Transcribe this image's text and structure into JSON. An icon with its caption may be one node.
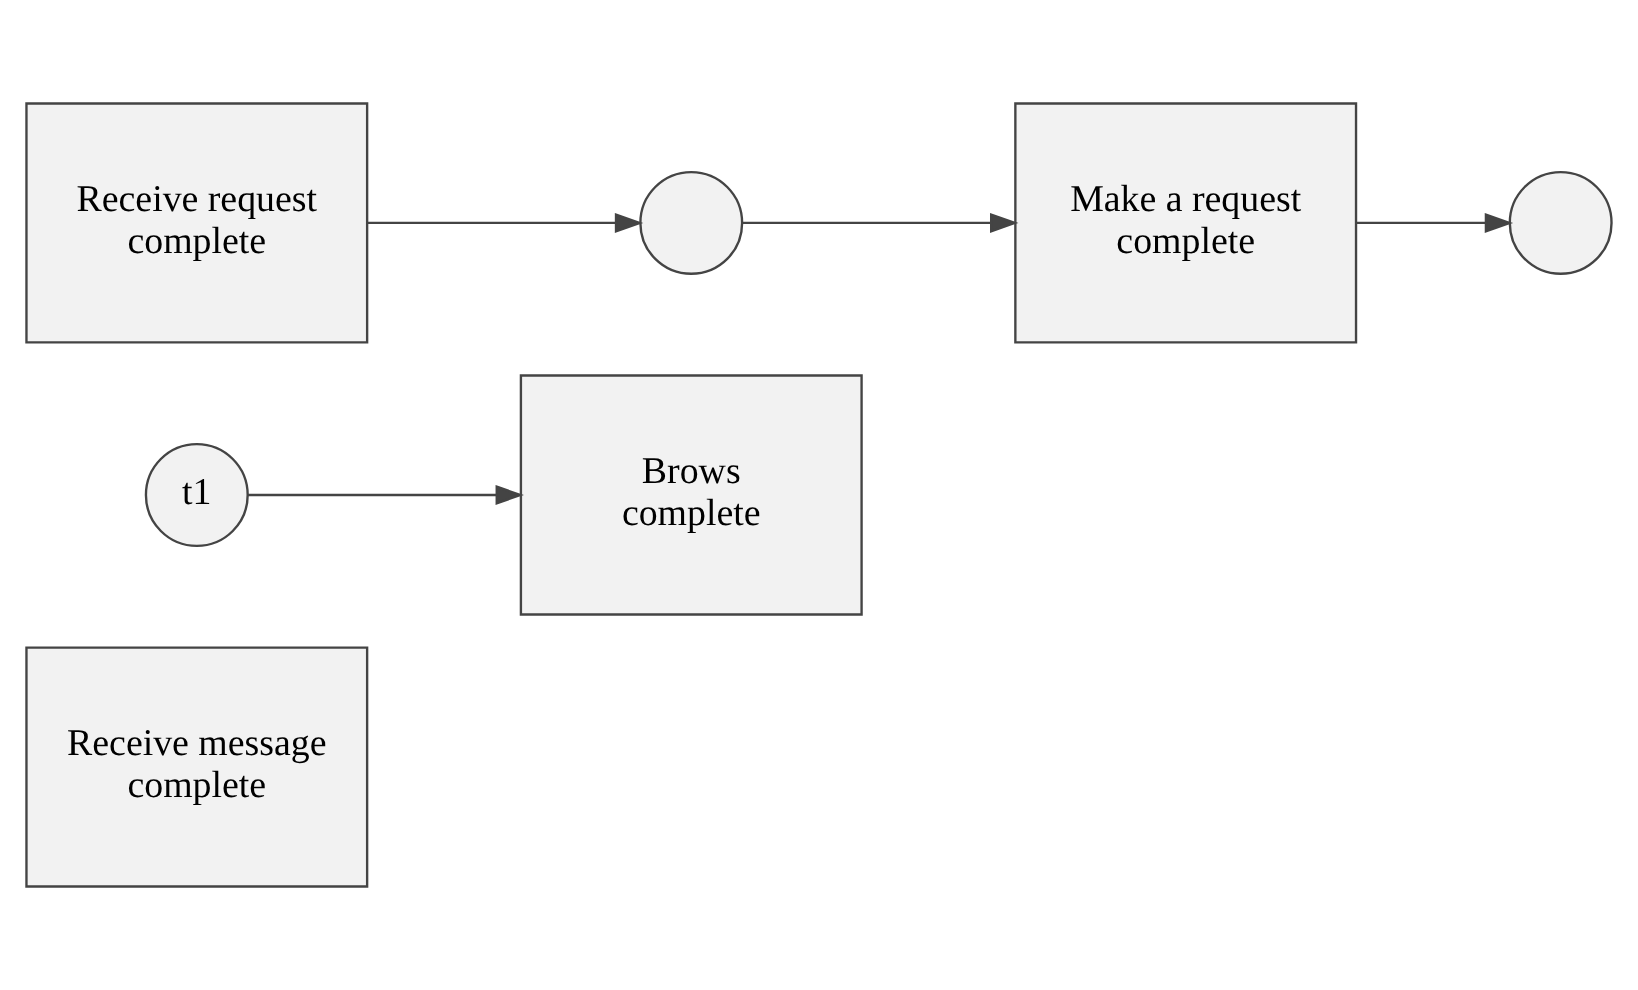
{
  "diagram": {
    "nodes": [
      {
        "text": [
          "Receive message complete"
        ]
      },
      {
        "text": [
          "t1"
        ]
      },
      {
        "text": [
          "Brows complete"
        ]
      },
      {
        "text": [
          "Receive request complete"
        ]
      },
      {
        "text": [],
        "shape": "circle"
      },
      {
        "text": [
          "Make a request complete"
        ]
      },
      {
        "text": [],
        "shape": "circle"
      }
    ],
    "edges": [
      {
        "from": 1,
        "to": 2,
        "arrow": "to"
      },
      {
        "from": 3,
        "to": 4,
        "arrow": "to"
      },
      {
        "from": 4,
        "to": 5,
        "arrow": "to"
      },
      {
        "from": 5,
        "to": 6,
        "arrow": "to"
      }
    ]
  }
}
